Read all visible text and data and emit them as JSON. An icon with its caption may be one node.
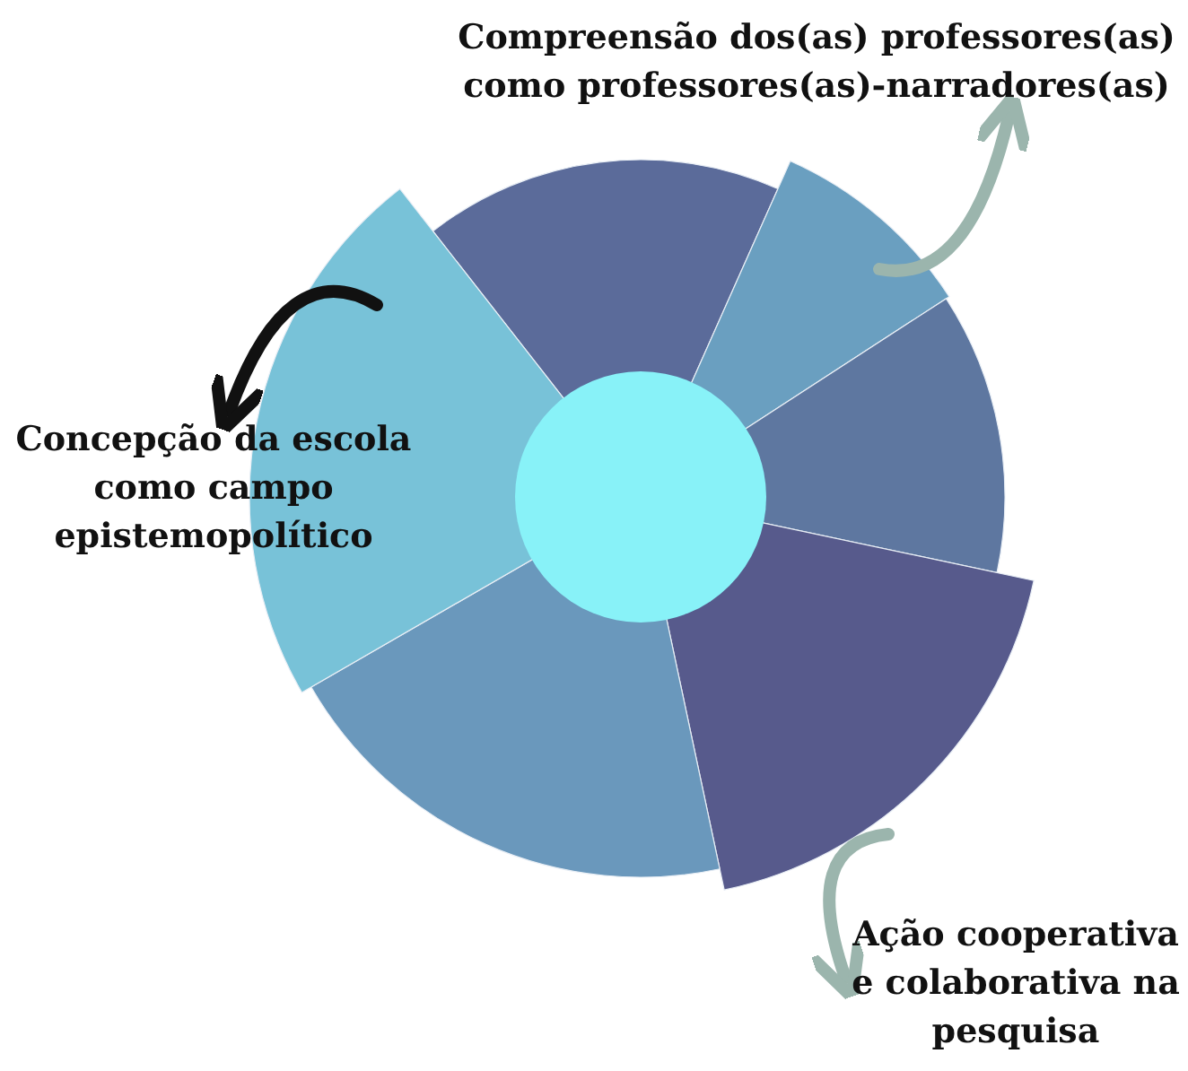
{
  "diagram": {
    "nodes": [
      {
        "text": [
          "Compreensão dos(as) professores(as) como professores(as)-narradores(as)"
        ]
      },
      {
        "text": [
          "Concepção da escola como campo epistemopolítico"
        ]
      },
      {
        "text": [
          "Ação cooperativa e colaborativa na pesquisa"
        ]
      }
    ],
    "edges": [
      {
        "from": null,
        "to": 0,
        "arrow": "to"
      },
      {
        "from": null,
        "to": 1,
        "arrow": "to",
        "color": "#111111"
      },
      {
        "from": null,
        "to": 2,
        "arrow": "to"
      }
    ]
  }
}
